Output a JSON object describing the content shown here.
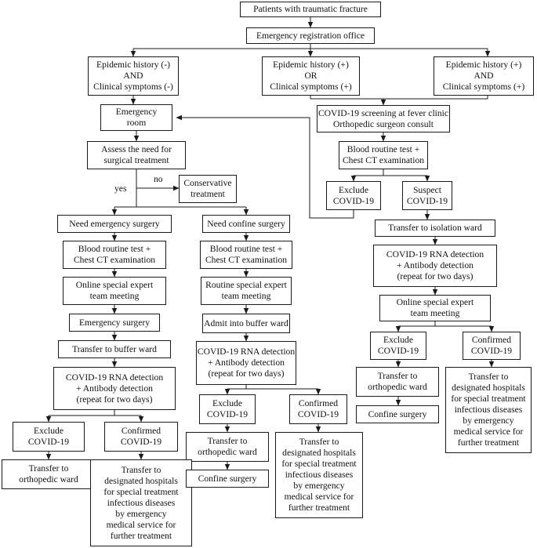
{
  "nodes": {
    "patients": "Patients with traumatic fracture",
    "registration": "Emergency registration office",
    "neg": "Epidemic history (-)\nAND\nClinical symptoms (-)",
    "or": "Epidemic history (+)\nOR\nClinical symptoms (+)",
    "and": "Epidemic history (+)\nAND\nClinical symptoms (+)",
    "er": "Emergency\nroom",
    "fever": "COVID-19 screening at fever clinic\nOrthopedic surgeon consult",
    "assess": "Assess the need for\nsurgical treatment",
    "blood_right": "Blood routine test +\nChest CT examination",
    "conservative": "Conservative\ntreatment",
    "exclude_r1": "Exclude\nCOVID-19",
    "suspect": "Suspect\nCOVID-19",
    "need_emergency": "Need emergency surgery",
    "need_confine": "Need confine surgery",
    "isolation": "Transfer to isolation ward",
    "blood_left": "Blood routine test +\nChest CT examination",
    "blood_mid": "Blood routine test +\nChest CT examination",
    "rna_right": "COVID-19 RNA detection\n+ Antibody detection\n(repeat for two days)",
    "online_left": "Online special expert\nteam meeting",
    "routine_mid": "Routine special expert\nteam meeting",
    "online_right": "Online special expert\nteam meeting",
    "emergency_surgery": "Emergency surgery",
    "admit_buffer": "Admit into buffer ward",
    "exclude_r2": "Exclude\nCOVID-19",
    "confirmed_r": "Confirmed\nCOVID-19",
    "transfer_buffer": "Transfer to buffer ward",
    "rna_mid": "COVID-19 RNA detection\n+ Antibody detection\n(repeat for two days)",
    "ortho_r": "Transfer to\northopedic ward",
    "designated_r": "Transfer to\ndesignated hospitals\nfor special treatment\ninfectious diseases\nby emergency\nmedical service for\nfurther treatment",
    "rna_left": "COVID-19 RNA detection\n+ Antibody detection\n(repeat for two days)",
    "confine_r": "Confine surgery",
    "exclude_m": "Exclude\nCOVID-19",
    "confirmed_m": "Confirmed\nCOVID-19",
    "exclude_l": "Exclude\nCOVID-19",
    "confirmed_l": "Confirmed\nCOVID-19",
    "ortho_m": "Transfer to\northopedic ward",
    "designated_m": "Transfer to\ndesignated hospitals\nfor special treatment\ninfectious diseases\nby emergency\nmedical service for\nfurther treatment",
    "ortho_l": "Transfer to\northopedic ward",
    "confine_m": "Confine surgery",
    "designated_l": "Transfer to\ndesignated hospitals\nfor special treatment\ninfectious diseases\nby emergency\nmedical service for\nfurther treatment"
  },
  "labels": {
    "yes": "yes",
    "no": "no"
  }
}
